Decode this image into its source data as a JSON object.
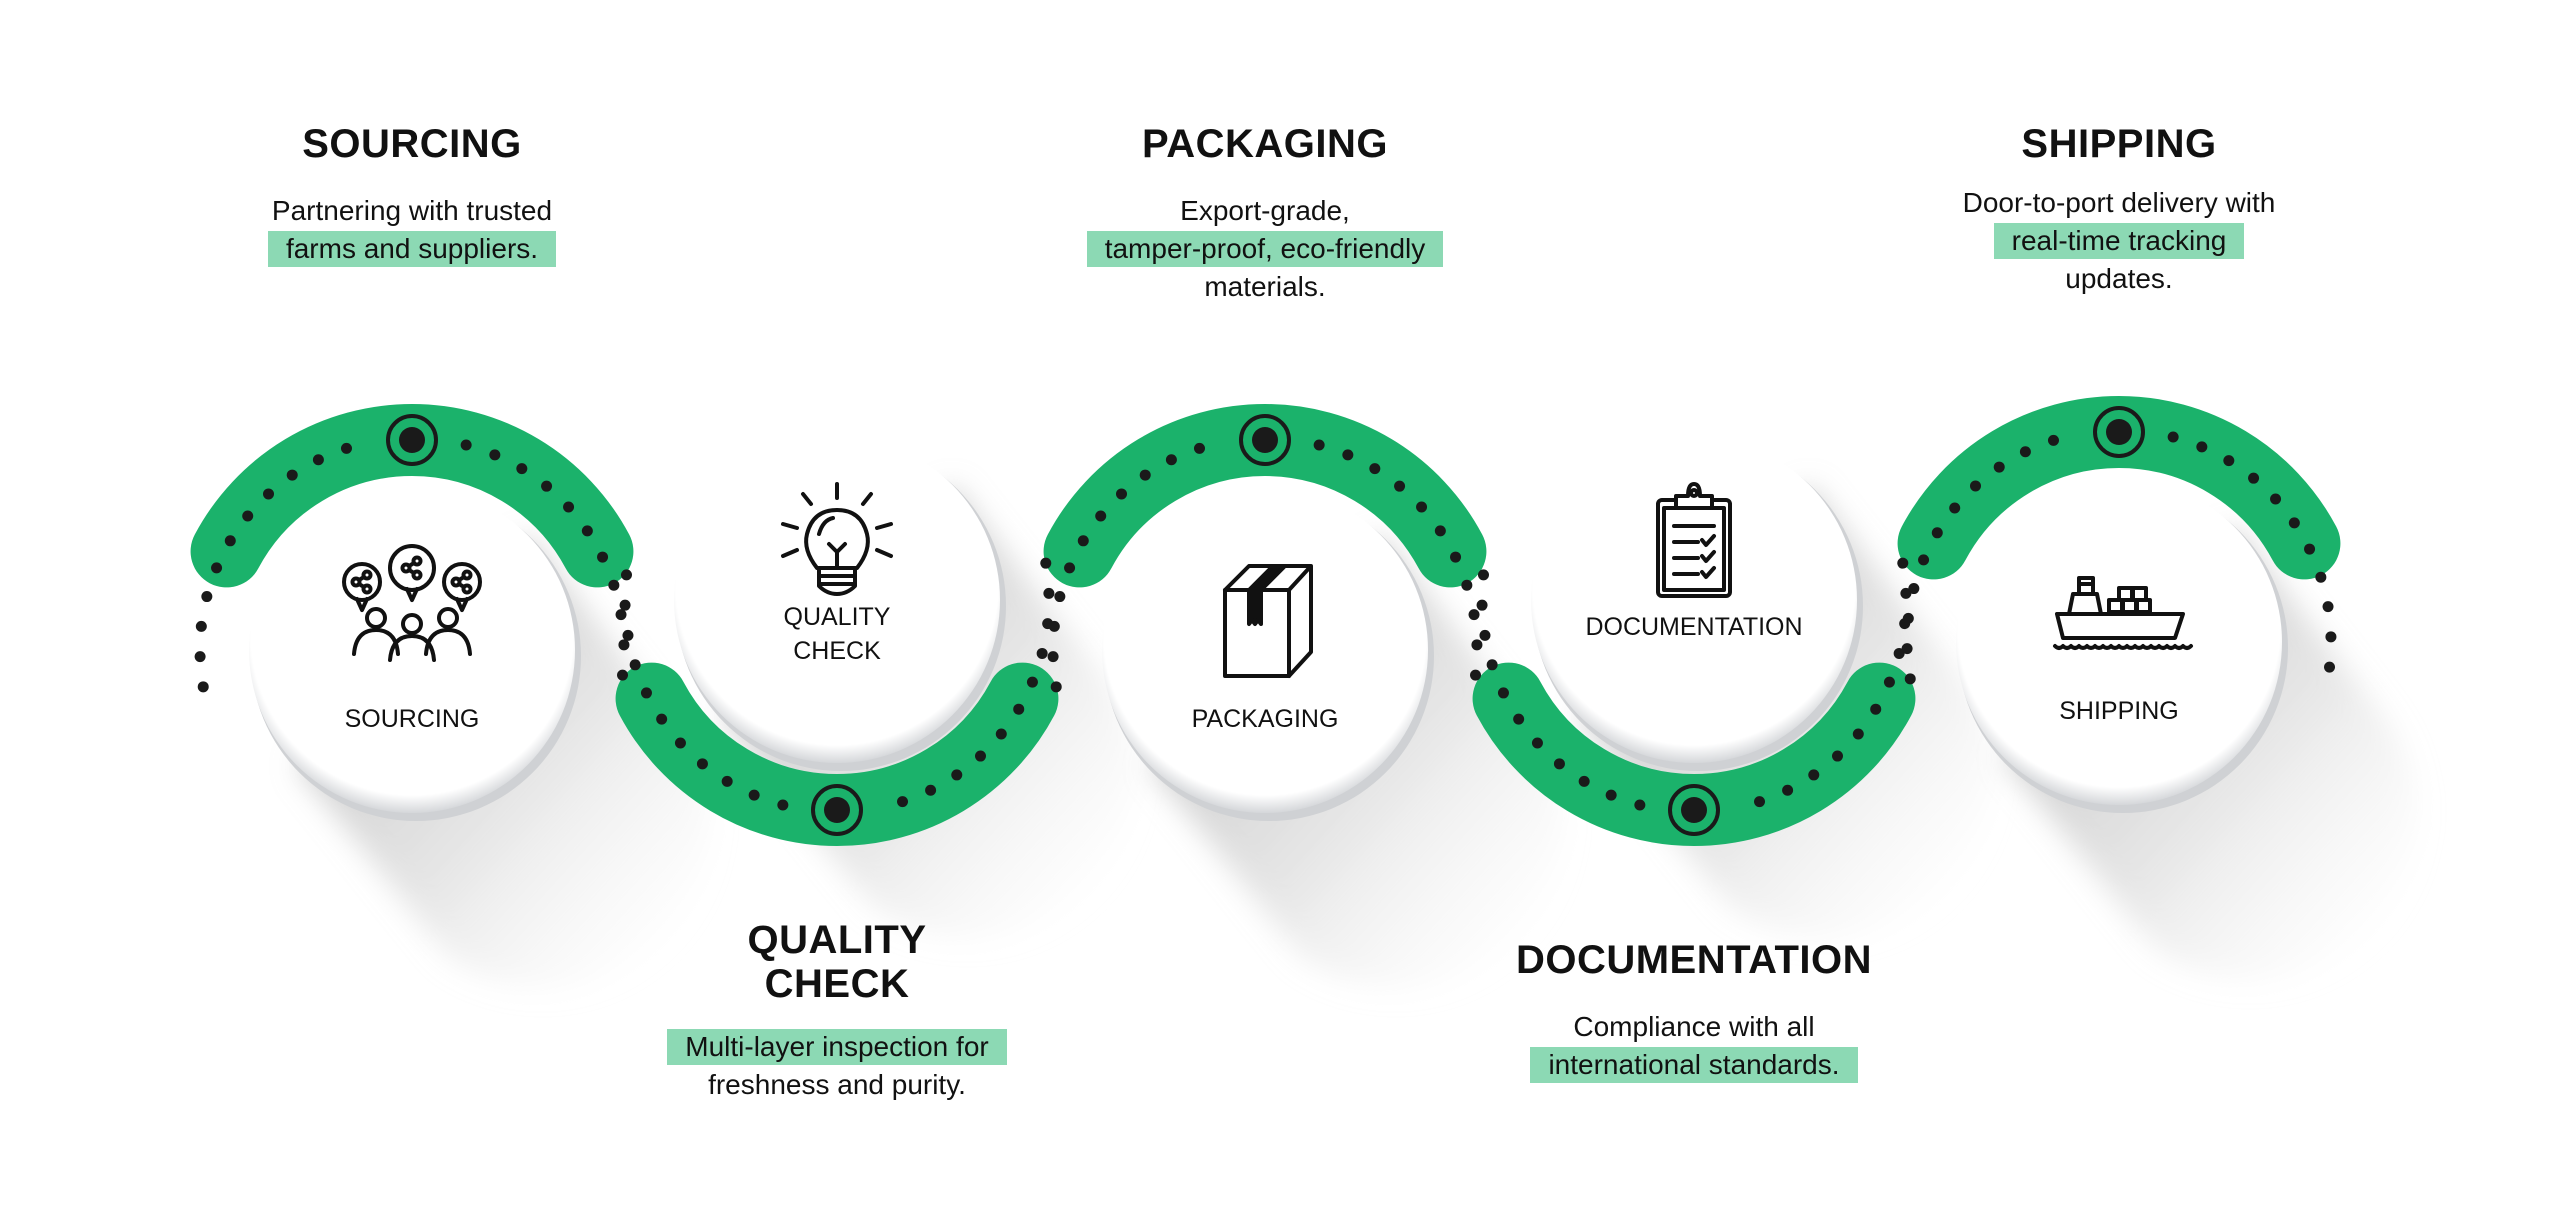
{
  "diagram": {
    "colors": {
      "band": "#1bb26b",
      "band_shade": "#17965a",
      "highlight": "#8cd9b4",
      "dot": "#1a1a1a",
      "circle_fill": "#ffffff",
      "circle_rim": "#d8dadd"
    },
    "steps": [
      {
        "id": "sourcing",
        "title": "SOURCING",
        "icon": "people-sharing-icon",
        "circle_label": [
          "SOURCING"
        ],
        "desc": [
          {
            "text": "Partnering with trusted",
            "highlight": false
          },
          {
            "text": "farms and suppliers.",
            "highlight": true
          }
        ],
        "band_position": "top"
      },
      {
        "id": "quality-check",
        "title": "QUALITY CHECK",
        "title_lines": [
          "QUALITY",
          "CHECK"
        ],
        "icon": "lightbulb-icon",
        "circle_label": [
          "QUALITY",
          "CHECK"
        ],
        "desc": [
          {
            "text": "Multi-layer inspection for",
            "highlight": true
          },
          {
            "text": "freshness and purity.",
            "highlight": false
          }
        ],
        "band_position": "bottom"
      },
      {
        "id": "packaging",
        "title": "PACKAGING",
        "icon": "box-icon",
        "circle_label": [
          "PACKAGING"
        ],
        "desc": [
          {
            "text": "Export-grade,",
            "highlight": false
          },
          {
            "text": "tamper-proof, eco-friendly",
            "highlight": true
          },
          {
            "text": "materials.",
            "highlight": false
          }
        ],
        "band_position": "top"
      },
      {
        "id": "documentation",
        "title": "DOCUMENTATION",
        "icon": "clipboard-checklist-icon",
        "circle_label": [
          "DOCUMENTATION"
        ],
        "desc": [
          {
            "text": "Compliance with all",
            "highlight": false
          },
          {
            "text": "international standards.",
            "highlight": true
          }
        ],
        "band_position": "bottom"
      },
      {
        "id": "shipping",
        "title": "SHIPPING",
        "icon": "cargo-ship-icon",
        "circle_label": [
          "SHIPPING"
        ],
        "desc": [
          {
            "text": "Door-to-port delivery with",
            "highlight": false
          },
          {
            "text": "real-time tracking",
            "highlight": true
          },
          {
            "text": "updates.",
            "highlight": false
          }
        ],
        "band_position": "top"
      }
    ]
  }
}
